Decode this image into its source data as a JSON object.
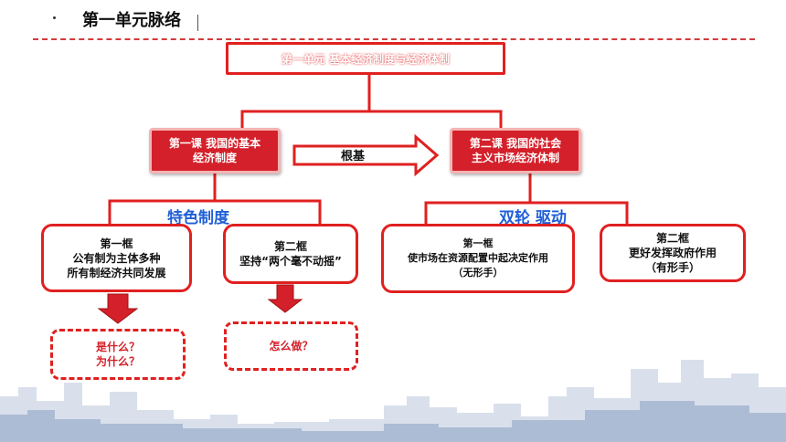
{
  "header": {
    "title": "第一单元脉络"
  },
  "diagram": {
    "top": "第一单元 基本经济制度与经济体制",
    "lesson1": [
      "第一课 我国的基本",
      "经济制度"
    ],
    "lesson2": [
      "第二课 我国的社会",
      "主义市场经济体制"
    ],
    "arrow_label": "根基",
    "left_heading": "特色制度",
    "right_heading": "双轮 驱动",
    "frame1": [
      "第一框",
      "公有制为主体多种",
      "所有制经济共同发展"
    ],
    "frame2": [
      "第二框",
      "坚持“两个毫不动摇”"
    ],
    "frame3": [
      "第一框",
      "使市场在资源配置中起决定作用",
      "（无形手）"
    ],
    "frame4": [
      "第二框",
      "更好发挥政府作用",
      "（有形手）"
    ],
    "question1": [
      "是什么？",
      "为什么？"
    ],
    "question2": "怎么做？"
  },
  "colors": {
    "accent": "#e02020",
    "blue": "#1f5fd6"
  }
}
